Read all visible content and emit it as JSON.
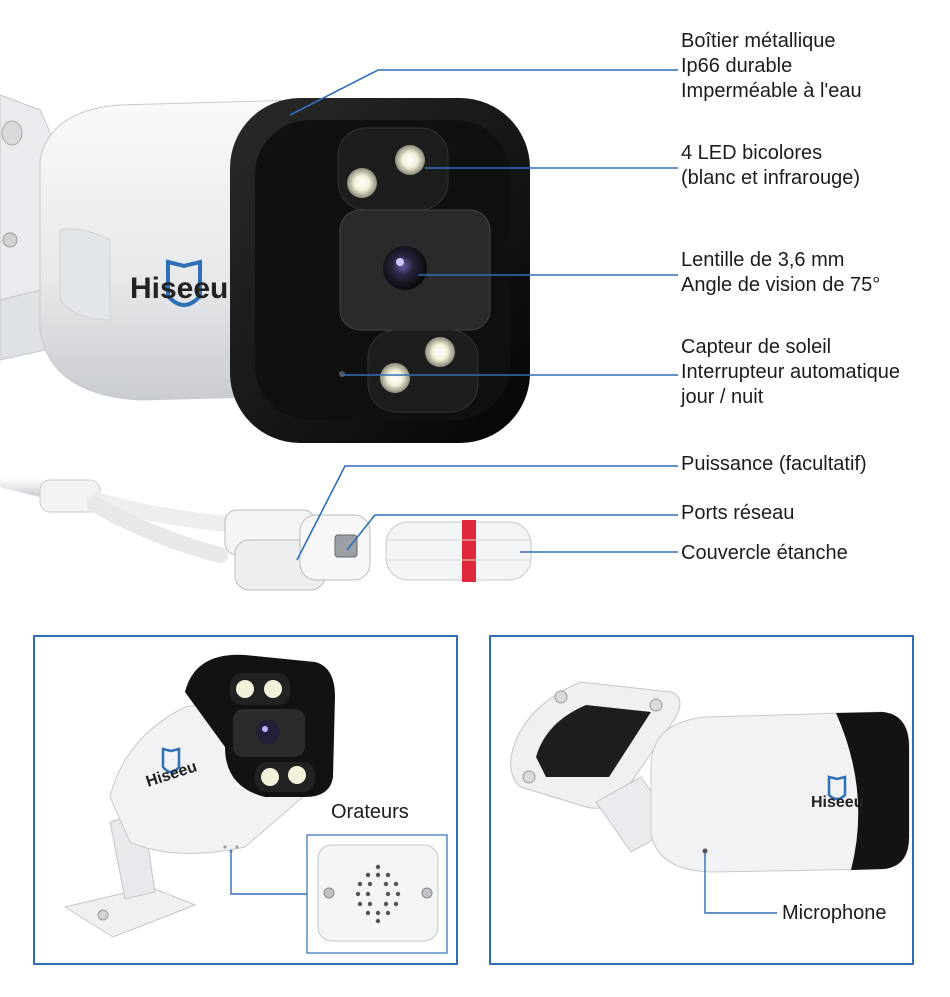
{
  "brand": "Hiseeu",
  "colors": {
    "leader": "#2f6fb6",
    "panel_border": "#2f6fb6",
    "housing": "#eef0f2",
    "face": "#141414",
    "seal_band": "#e0283a"
  },
  "callouts": [
    {
      "id": "housing",
      "lines": [
        "Boîtier métallique",
        "Ip66 durable",
        "Imperméable à l'eau"
      ]
    },
    {
      "id": "led",
      "lines": [
        "4 LED bicolores",
        "(blanc et infrarouge)"
      ]
    },
    {
      "id": "lens",
      "lines": [
        "Lentille de 3,6 mm",
        "Angle de vision de 75°"
      ]
    },
    {
      "id": "sensor",
      "lines": [
        "Capteur de soleil",
        "Interrupteur automatique",
        "jour / nuit"
      ]
    },
    {
      "id": "power",
      "lines": [
        "Puissance (facultatif)"
      ]
    },
    {
      "id": "ports",
      "lines": [
        "Ports réseau"
      ]
    },
    {
      "id": "cover",
      "lines": [
        "Couvercle étanche"
      ]
    }
  ],
  "panels": {
    "speaker_label": "Orateurs",
    "microphone_label": "Microphone"
  }
}
